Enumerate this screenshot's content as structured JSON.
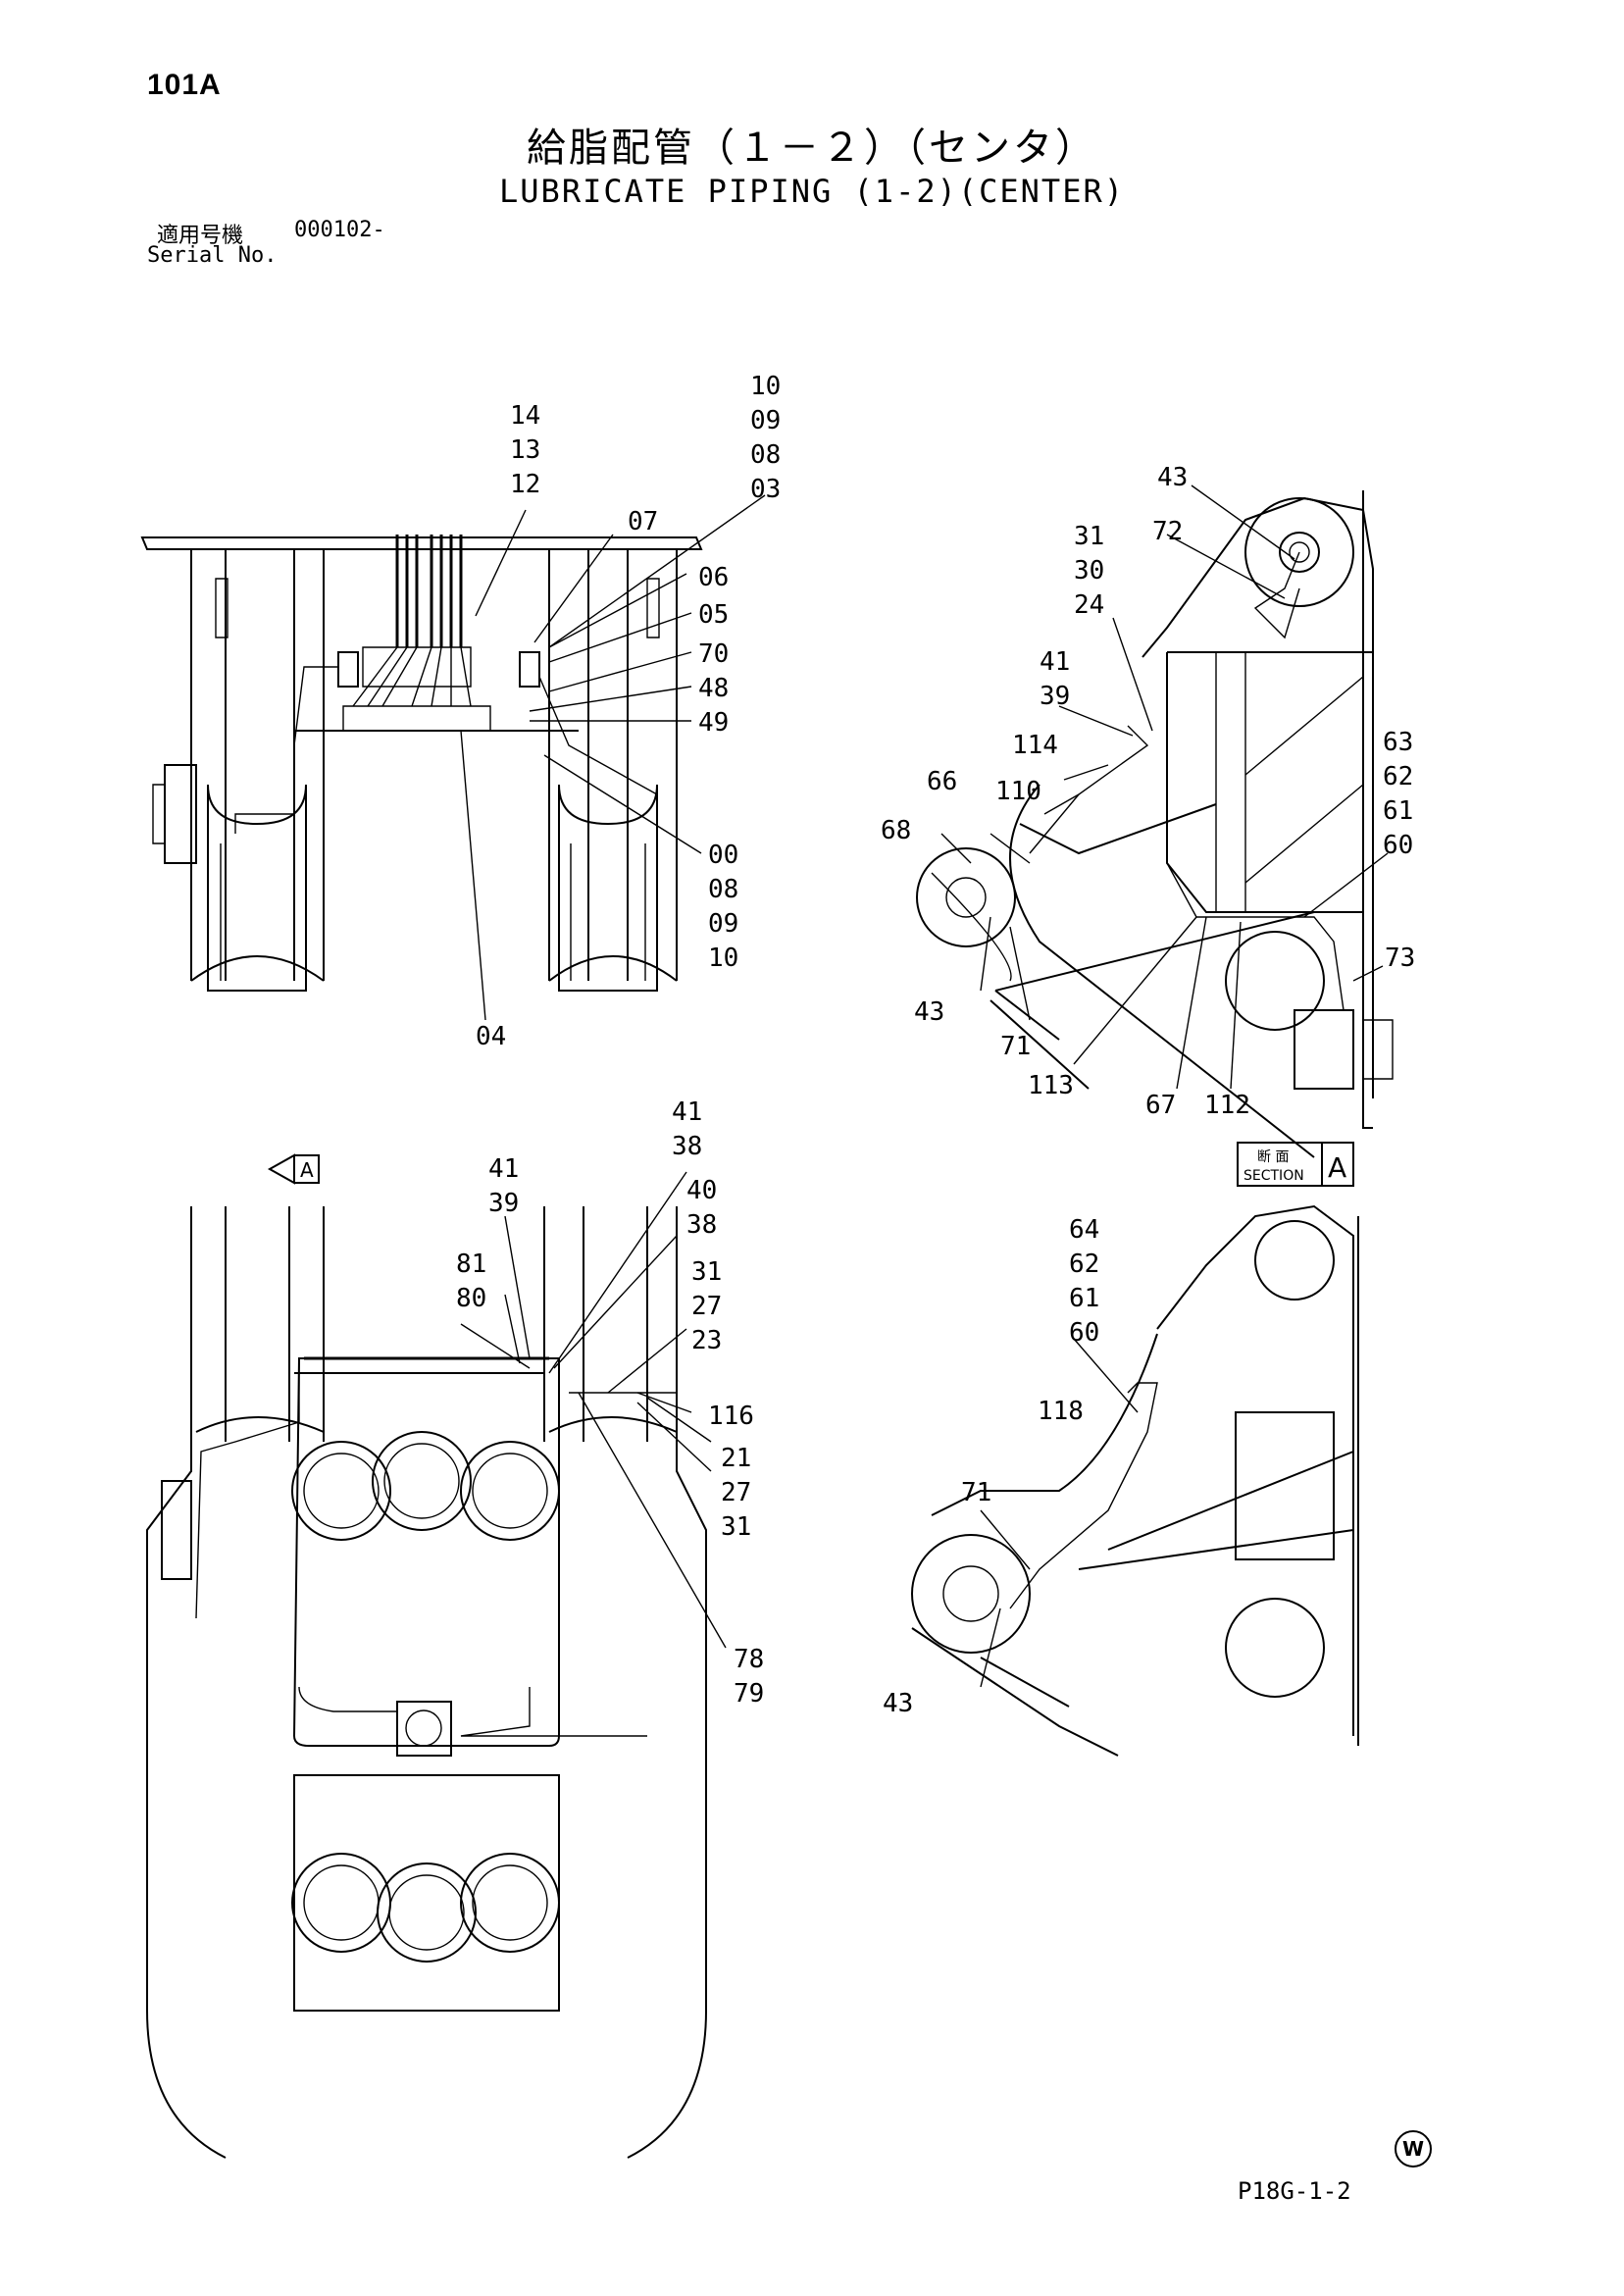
{
  "page_number": "101A",
  "title_jp": "給脂配管（１－２）（センタ）",
  "title_en": "LUBRICATE PIPING (1-2)(CENTER)",
  "serial": {
    "label_jp": "適用号機",
    "value": "000102-",
    "label_en": "Serial No."
  },
  "section_marker": {
    "view_arrow": "A",
    "section_jp": "断 面",
    "section_en": "SECTION",
    "section_letter": "A"
  },
  "callouts": {
    "v1": [
      "10",
      "09",
      "08",
      "03",
      "14",
      "13",
      "12",
      "07",
      "06",
      "05",
      "70",
      "48",
      "49",
      "00",
      "08",
      "09",
      "10",
      "04"
    ],
    "v2": [
      "43",
      "72",
      "31",
      "30",
      "24",
      "41",
      "39",
      "114",
      "110",
      "66",
      "68",
      "63",
      "62",
      "61",
      "60",
      "73",
      "43",
      "71",
      "113",
      "67",
      "112"
    ],
    "v3": [
      "41",
      "38",
      "41",
      "39",
      "40",
      "38",
      "81",
      "80",
      "31",
      "27",
      "23",
      "116",
      "21",
      "27",
      "31",
      "78",
      "79"
    ],
    "v4": [
      "64",
      "62",
      "61",
      "60",
      "118",
      "71",
      "43"
    ]
  },
  "stamp": "W",
  "drawing_code": "P18G-1-2"
}
